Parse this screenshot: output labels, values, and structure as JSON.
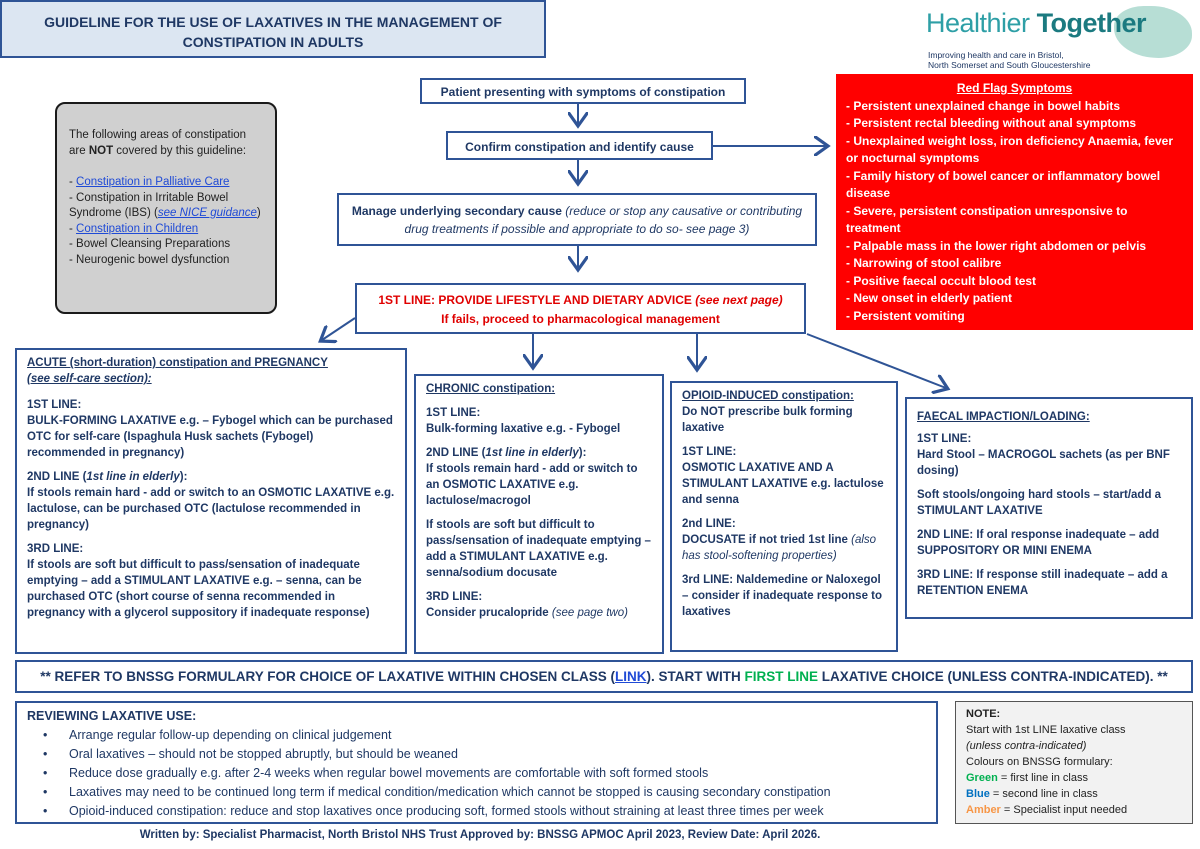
{
  "title": {
    "line1": "GUIDELINE FOR THE USE OF LAXATIVES IN THE MANAGEMENT OF",
    "line2": "CONSTIPATION IN ADULTS"
  },
  "logo": {
    "name_a": "Healthier ",
    "name_b": "Together",
    "sub1": "Improving health and care in Bristol,",
    "sub2": "North Somerset and South Gloucestershire"
  },
  "flow": {
    "step1": "Patient presenting with symptoms of constipation",
    "step2": "Confirm constipation and identify cause",
    "step3_a": "Manage underlying secondary cause ",
    "step3_b": "(reduce or stop any causative or contributing drug treatments if possible and appropriate to do so- see page 3)",
    "step4_a": "1ST LINE: PROVIDE LIFESTYLE AND DIETARY ADVICE ",
    "step4_b": "(see next page)",
    "step4_c": "If fails, proceed to pharmacological management"
  },
  "red_flags": {
    "title": "Red Flag Symptoms",
    "items": [
      "- Persistent unexplained change in bowel habits",
      "- Persistent rectal bleeding without anal symptoms",
      "- Unexplained weight loss, iron deficiency Anaemia, fever or nocturnal symptoms",
      "- Family history of bowel cancer or inflammatory bowel disease",
      "- Severe, persistent constipation unresponsive to treatment",
      "- Palpable mass in the lower right abdomen or pelvis",
      "- Narrowing of stool calibre",
      "- Positive faecal occult blood test",
      "- New onset in elderly patient",
      "- Persistent vomiting"
    ]
  },
  "not_covered": {
    "intro_a": "The following areas of constipation are ",
    "intro_b": "NOT",
    "intro_c": " covered by this guideline:",
    "item1_link": "Constipation in Palliative Care",
    "item2_a": "- Constipation in Irritable Bowel Syndrome (IBS) (",
    "item2_link": "see NICE guidance",
    "item2_c": ")",
    "item3_link": "Constipation in Children",
    "item4": "- Bowel Cleansing Preparations",
    "item5": "- Neurogenic bowel dysfunction",
    "dash": "- "
  },
  "acute": {
    "heading": "ACUTE (short-duration) constipation and PREGNANCY",
    "subheading": "(see self-care section):",
    "l1_label": "1ST LINE:",
    "l1_text": "BULK-FORMING LAXATIVE e.g. – Fybogel which can be purchased OTC for self-care (Ispaghula Husk sachets (Fybogel) recommended in pregnancy)",
    "l2_label": "2ND LINE (",
    "l2_it": "1st line in elderly",
    "l2_end": "):",
    "l2_text": "If stools remain hard - add or switch to an OSMOTIC LAXATIVE e.g. lactulose, can be purchased OTC (lactulose recommended in pregnancy)",
    "l3_label": "3RD LINE:",
    "l3_text": "If stools are soft but difficult to pass/sensation of inadequate emptying – add a STIMULANT LAXATIVE e.g. – senna, can be purchased OTC (short course of senna recommended in pregnancy with a glycerol suppository if inadequate response)"
  },
  "chronic": {
    "heading": "CHRONIC constipation:",
    "l1_label": "1ST LINE:",
    "l1_text": "Bulk-forming laxative e.g. - Fybogel",
    "l2_label": "2ND LINE (",
    "l2_it": "1st line in elderly",
    "l2_end": "):",
    "l2_text": "If stools remain hard - add or switch to an OSMOTIC LAXATIVE e.g. lactulose/macrogol",
    "l2b_text": "If stools are soft but difficult to pass/sensation of inadequate emptying – add a STIMULANT LAXATIVE e.g. senna/sodium docusate",
    "l3_label": "3RD LINE:",
    "l3_text": "Consider prucalopride ",
    "l3_it": "(see page two)"
  },
  "opioid": {
    "heading": "OPIOID-INDUCED constipation:",
    "intro": "Do NOT prescribe bulk forming laxative",
    "l1_label": "1ST LINE:",
    "l1_text": "OSMOTIC LAXATIVE AND A STIMULANT LAXATIVE e.g. lactulose and senna",
    "l2_label": "2nd LINE:",
    "l2_text": "DOCUSATE if not tried 1st line ",
    "l2_it": "(also has stool-softening properties)",
    "l3_text": "3rd LINE: Naldemedine or Naloxegol – consider if inadequate response to laxatives"
  },
  "faecal": {
    "heading": "FAECAL IMPACTION/LOADING:",
    "l1_label": "1ST LINE:",
    "l1_text": "Hard Stool – MACROGOL sachets (as per BNF dosing)",
    "l1b_text": "Soft stools/ongoing hard stools – start/add a STIMULANT LAXATIVE",
    "l2_text": "2ND LINE: If oral response inadequate – add SUPPOSITORY OR MINI ENEMA",
    "l3_text": "3RD LINE: If response still inadequate – add a RETENTION ENEMA"
  },
  "refer": {
    "a": "** REFER TO BNSSG FORMULARY FOR CHOICE OF LAXATIVE WITHIN CHOSEN CLASS (",
    "link": "LINK",
    "b": "). START WITH ",
    "green": "FIRST LINE",
    "c": " LAXATIVE CHOICE (UNLESS CONTRA-INDICATED). **"
  },
  "review": {
    "heading": "REVIEWING LAXATIVE USE:",
    "items": [
      "Arrange regular follow-up depending on clinical judgement",
      "Oral laxatives – should not be stopped abruptly, but should be weaned",
      "Reduce dose gradually e.g. after 2-4 weeks when regular bowel movements are comfortable with soft formed stools",
      "Laxatives may need to be continued long term if medical condition/medication which cannot be stopped is causing secondary constipation",
      "Opioid-induced constipation: reduce and stop laxatives once producing soft, formed stools without straining at least three times per week"
    ]
  },
  "note": {
    "heading": "NOTE:",
    "line1": "Start with 1st LINE laxative class",
    "line2": "(unless contra-indicated)",
    "line3": "Colours on BNSSG formulary:",
    "green": "Green",
    "green_text": " = first line in class",
    "blue": "Blue",
    "blue_text": " = second line in class",
    "amber": "Amber",
    "amber_text": " = Specialist input needed",
    "colors": {
      "green": "#00b050",
      "blue": "#0070c0",
      "amber": "#f79646"
    }
  },
  "footer": "Written by: Specialist Pharmacist, North Bristol NHS Trust    Approved by: BNSSG APMOC April 2023, Review Date: April 2026."
}
